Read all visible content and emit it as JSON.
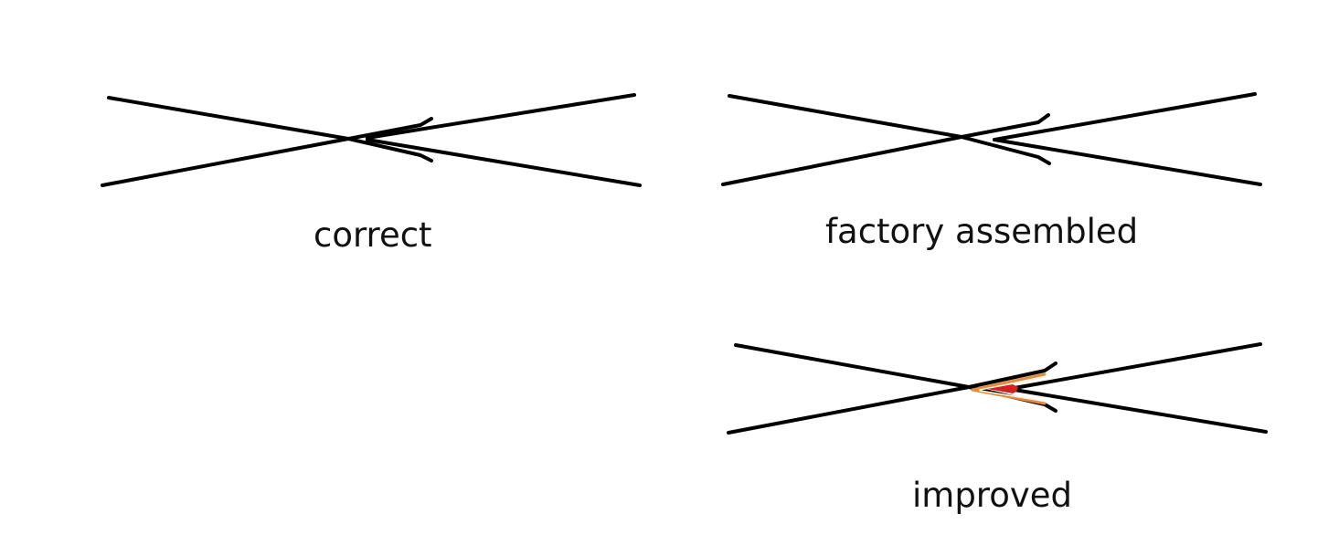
{
  "colors": {
    "background": "#ffffff",
    "wire": "#000000",
    "insulation_outer": "#e88a3a",
    "insulation_inner": "#ffffff",
    "tip": "#d42020"
  },
  "panels": [
    {
      "id": "correct",
      "label": "correct"
    },
    {
      "id": "factory",
      "label": "factory assembled"
    },
    {
      "id": "improved",
      "label": "improved"
    }
  ]
}
